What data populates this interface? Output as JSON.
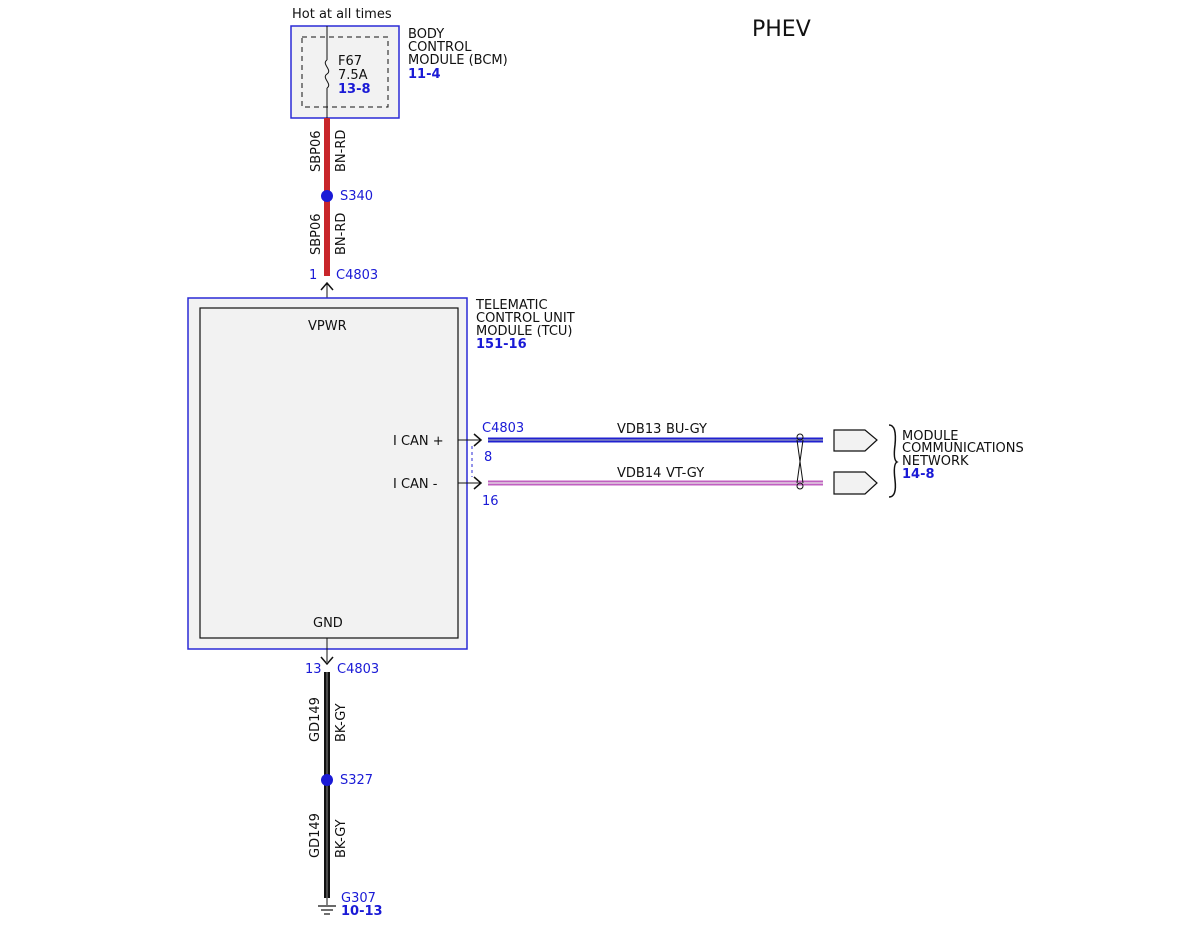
{
  "title": "PHEV",
  "power_source": {
    "caption": "Hot at all times",
    "fuse_name": "F67",
    "fuse_rating": "7.5A",
    "fuse_ref": "13-8",
    "module_line1": "BODY",
    "module_line2": "CONTROL",
    "module_line3": "MODULE (BCM)",
    "module_ref": "11-4"
  },
  "power_wires": [
    {
      "circuit": "SBP06",
      "color": "BN-RD"
    },
    {
      "circuit": "SBP06",
      "color": "BN-RD"
    }
  ],
  "splice_power": "S340",
  "connector_power": {
    "pin": "1",
    "name": "C4803"
  },
  "tcu": {
    "line1": "TELEMATIC",
    "line2": "CONTROL UNIT",
    "line3": "MODULE (TCU)",
    "ref": "151-16",
    "pin_vpwr": "VPWR",
    "pin_can_plus": "I CAN +",
    "pin_can_minus": "I CAN -",
    "pin_gnd": "GND"
  },
  "can_connector": {
    "name": "C4803",
    "pin_plus": "8",
    "pin_minus": "16"
  },
  "can_wires": [
    {
      "circuit": "VDB13",
      "color": "BU-GY",
      "hex": "#2020d0"
    },
    {
      "circuit": "VDB14",
      "color": "VT-GY",
      "hex": "#c060c0"
    }
  ],
  "network": {
    "line1": "MODULE",
    "line2": "COMMUNICATIONS",
    "line3": "NETWORK",
    "ref": "14-8"
  },
  "connector_ground": {
    "pin": "13",
    "name": "C4803"
  },
  "ground_wires": [
    {
      "circuit": "GD149",
      "color": "BK-GY"
    },
    {
      "circuit": "GD149",
      "color": "BK-GY"
    }
  ],
  "splice_ground": "S327",
  "ground": {
    "name": "G307",
    "ref": "10-13"
  },
  "colors": {
    "power_wire": "#c8262a",
    "ground_wire": "#111111",
    "label_blue": "#1a1ad6",
    "module_fill": "#f2f2f2"
  }
}
